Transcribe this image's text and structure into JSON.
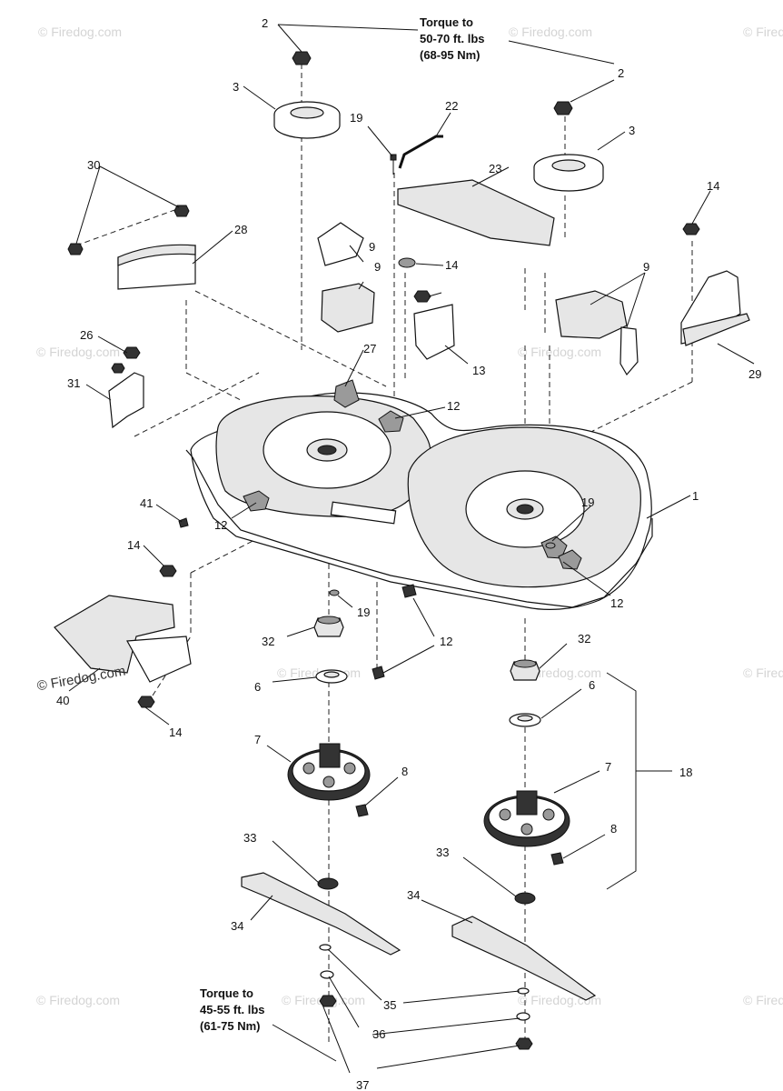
{
  "torque_notes": {
    "top": [
      "Torque to",
      "50-70 ft. lbs",
      "(68-95 Nm)"
    ],
    "bottom": [
      "Torque to",
      "45-55 ft. lbs",
      "(61-75 Nm)"
    ]
  },
  "watermark": {
    "text": "© Firedog.com",
    "brand": "Firedog.com"
  },
  "callouts": {
    "c1": "1",
    "c2a": "2",
    "c2b": "2",
    "c3a": "3",
    "c3b": "3",
    "c6a": "6",
    "c6b": "6",
    "c7a": "7",
    "c7b": "7",
    "c8a": "8",
    "c8b": "8",
    "c9a": "9",
    "c9b": "9",
    "c9c": "9",
    "c12a": "12",
    "c12b": "12",
    "c12c": "12",
    "c12d": "12",
    "c13": "13",
    "c14a": "14",
    "c14b": "14",
    "c14c": "14",
    "c14d": "14",
    "c18": "18",
    "c19a": "19",
    "c19b": "19",
    "c19c": "19",
    "c22": "22",
    "c23": "23",
    "c26": "26",
    "c27": "27",
    "c28": "28",
    "c29": "29",
    "c30": "30",
    "c31": "31",
    "c32a": "32",
    "c32b": "32",
    "c33a": "33",
    "c33b": "33",
    "c34a": "34",
    "c34b": "34",
    "c35": "35",
    "c36": "36",
    "c37": "37",
    "c40": "40",
    "c41": "41"
  }
}
